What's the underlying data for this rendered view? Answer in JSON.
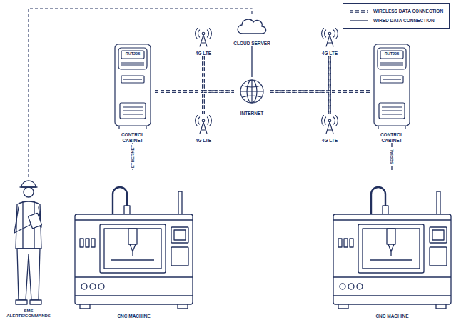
{
  "diagram": {
    "nodes": [
      {
        "text": [
          "CLOUD SERVER"
        ]
      },
      {
        "text": [
          "4G LTE"
        ]
      },
      {
        "text": [
          "4G LTE"
        ]
      },
      {
        "text": [
          "RUT206",
          "CONTROL CABINET"
        ]
      },
      {
        "text": [
          "INTERNET"
        ]
      },
      {
        "text": [
          "RUT206",
          "CONTROL CABINET"
        ]
      },
      {
        "text": [
          "4G LTE"
        ]
      },
      {
        "text": [
          "4G LTE"
        ]
      },
      {
        "text": [
          "SMS ALERTS/COMMANDS"
        ]
      },
      {
        "text": [
          "CNC MACHINE"
        ]
      },
      {
        "text": [
          "CNC MACHINE"
        ]
      }
    ],
    "edges": [
      {
        "from": 3,
        "to": 1,
        "arrow": "none"
      },
      {
        "from": 3,
        "to": 6,
        "arrow": "none"
      },
      {
        "from": 1,
        "to": 4,
        "arrow": "none"
      },
      {
        "from": 6,
        "to": 4,
        "arrow": "none"
      },
      {
        "from": 5,
        "to": 2,
        "arrow": "none"
      },
      {
        "from": 5,
        "to": 7,
        "arrow": "none"
      },
      {
        "from": 2,
        "to": 4,
        "arrow": "none"
      },
      {
        "from": 7,
        "to": 4,
        "arrow": "none"
      },
      {
        "from": 0,
        "to": 4,
        "arrow": "none"
      },
      {
        "from": 3,
        "to": 9,
        "label": "ETHERNET",
        "arrow": "none"
      },
      {
        "from": 5,
        "to": 10,
        "label": "SERIAL",
        "arrow": "none"
      },
      {
        "from": 8,
        "to": 0,
        "arrow": "none"
      }
    ],
    "legend": [
      {
        "text": "WIRELESS DATA CONNECTION"
      },
      {
        "text": "WIRED DATA CONNECTION"
      }
    ]
  }
}
